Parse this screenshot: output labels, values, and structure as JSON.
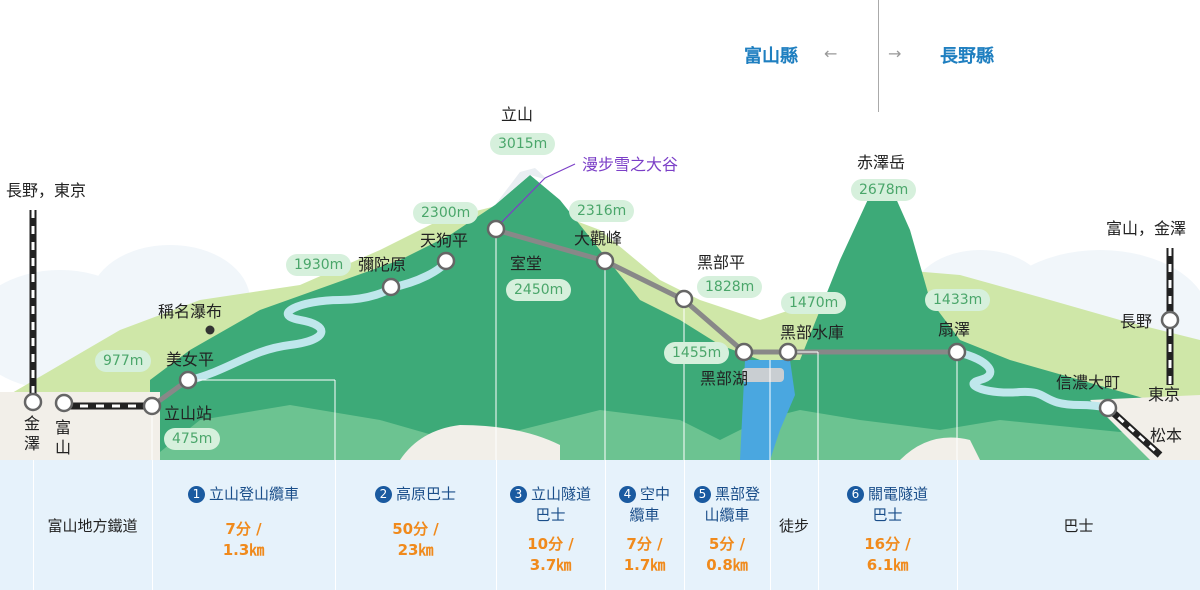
{
  "prefectures": {
    "left": "富山縣",
    "right": "長野縣",
    "left_arrow": "←",
    "right_arrow": "→"
  },
  "peaks": {
    "tateyama": {
      "name": "立山",
      "elev": "3015m"
    },
    "akazawa": {
      "name": "赤澤岳",
      "elev": "2678m"
    }
  },
  "special": {
    "snow_valley": "漫步雪之大谷"
  },
  "stations": {
    "nagano_tokyo": "長野，東京",
    "kanazawa": "金澤",
    "toyama": "富山",
    "tateyama_st": "立山站",
    "tateyama_st_elev": "475m",
    "bijodaira": "美女平",
    "bijodaira_elev": "977m",
    "shomyo": "稱名瀑布",
    "midagahara": "彌陀原",
    "midagahara_elev": "1930m",
    "tengudaira": "天狗平",
    "tengudaira_elev": "2300m",
    "murodo": "室堂",
    "murodo_elev": "2450m",
    "daikanbo": "大觀峰",
    "daikanbo_elev": "2316m",
    "kurobedaira": "黑部平",
    "kurobedaira_elev": "1828m",
    "kurobeko": "黑部湖",
    "kurobeko_elev": "1455m",
    "kurobedam": "黑部水庫",
    "kurobedam_elev": "1470m",
    "ogisawa": "扇澤",
    "ogisawa_elev": "1433m",
    "toyama_kanazawa": "富山，金澤",
    "nagano": "長野",
    "tokyo": "東京",
    "shinano": "信濃大町",
    "matsumoto": "松本"
  },
  "segments": [
    {
      "id": "toyama-rail",
      "title": "富山地方鐵道"
    },
    {
      "id": "cable1",
      "num": "1",
      "title": "立山登山纜車",
      "time": "7分 /",
      "dist": "1.3㎞"
    },
    {
      "id": "bus",
      "num": "2",
      "title": "高原巴士",
      "time": "50分 /",
      "dist": "23㎞"
    },
    {
      "id": "tunnel-bus",
      "num": "3",
      "title": "立山隧道\n巴士",
      "time": "10分 /",
      "dist": "3.7㎞"
    },
    {
      "id": "ropeway",
      "num": "4",
      "title": "空中\n纜車",
      "time": "7分 /",
      "dist": "1.7㎞"
    },
    {
      "id": "cable2",
      "num": "5",
      "title": "黑部登\n山纜車",
      "time": "5分 /",
      "dist": "0.8㎞"
    },
    {
      "id": "walk",
      "title": "徒步"
    },
    {
      "id": "trolley",
      "num": "6",
      "title": "關電隧道\n巴士",
      "time": "16分 /",
      "dist": "6.1㎞"
    },
    {
      "id": "bus2",
      "title": "巴士"
    }
  ],
  "colors": {
    "mountain": "#3daa78",
    "mountain_light": "#8ed4a8",
    "pill_bg": "#d6f0dc",
    "pill_text": "#4aa66a",
    "accent_blue": "#1f7fc0",
    "time_orange": "#f08a1c",
    "route_line": "#888888"
  }
}
